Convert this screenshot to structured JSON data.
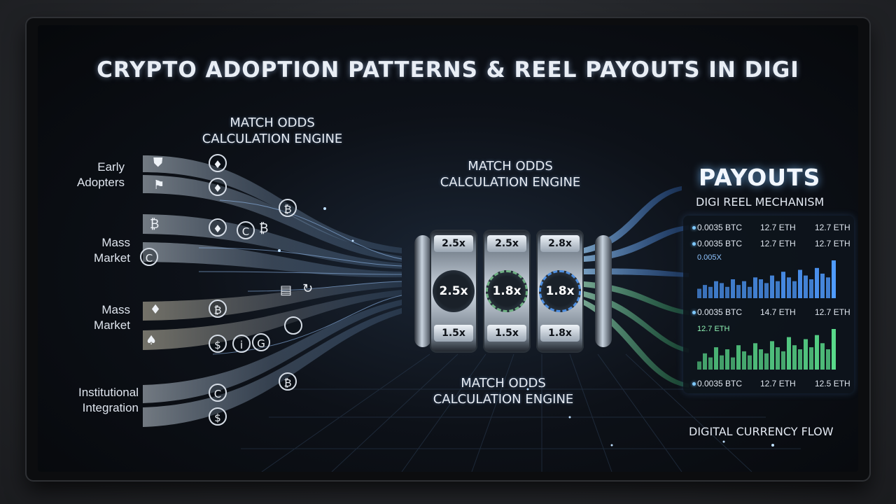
{
  "title": "CRYPTO ADOPTION PATTERNS & REEL PAYOUTS IN DIGI",
  "engine_captions": {
    "top_left": [
      "MATCH ODDS",
      "CALCULATION ENGINE"
    ],
    "center_top": [
      "MATCH ODDS",
      "CALCULATION ENGINE"
    ],
    "center_bottom": [
      "MATCH ODDS",
      "CALCULATION ENGINE"
    ]
  },
  "segments": [
    {
      "lines": [
        "Early",
        "Adopters"
      ]
    },
    {
      "lines": [
        "Mass",
        "Market"
      ]
    },
    {
      "lines": [
        "Mass",
        "Market"
      ]
    },
    {
      "lines": [
        "Institutional",
        "Integration"
      ]
    }
  ],
  "reel": {
    "drums": [
      {
        "top": "2.5x",
        "center": "2.5x",
        "bottom": "1.5x"
      },
      {
        "top": "2.5x",
        "center": "1.8x",
        "bottom": "1.5x"
      },
      {
        "top": "2.8x",
        "center": "1.8x",
        "bottom": "1.8x"
      }
    ]
  },
  "payouts": {
    "title": "PAYOUTS",
    "subtitle": "DIGI REEL MECHANISM",
    "rows_top": [
      [
        "0.0035 BTC",
        "12.7 ETH",
        "12.7 ETH"
      ],
      [
        "0.0035 BTC",
        "12.7 ETH",
        "12.7 ETH"
      ]
    ],
    "chart1_label": "0.005X",
    "row_mid": [
      "0.0035 BTC",
      "14.7 ETH",
      "12.7 ETH"
    ],
    "chart2_label": "12.7 ETH",
    "row_bottom": [
      "0.0035 BTC",
      "12.7 ETH",
      "12.5 ETH"
    ],
    "footer": "DIGITAL CURRENCY FLOW"
  },
  "colors": {
    "blue_bars": "#4f9bff",
    "green_bars": "#59d98a",
    "accent_glow": "#7fc8ff"
  },
  "icons": {
    "row1": [
      "eth-icon"
    ],
    "row2": [
      "eth-icon",
      "btc-icon"
    ],
    "row3": [
      "btc-icon",
      "eth-icon",
      "coin-c-icon",
      "btc-icon"
    ],
    "row4": [
      "coin-c-icon"
    ],
    "row5": [
      "chat-icon",
      "refresh-icon"
    ],
    "row6": [
      "eth-icon",
      "btc-icon"
    ],
    "row7": [
      "dollar-icon",
      "coin-icon",
      "coin-g-icon",
      "ring-icon"
    ],
    "row8": [
      "coin-c-icon",
      "btc-icon"
    ],
    "row9": [
      "dollar-icon"
    ]
  }
}
